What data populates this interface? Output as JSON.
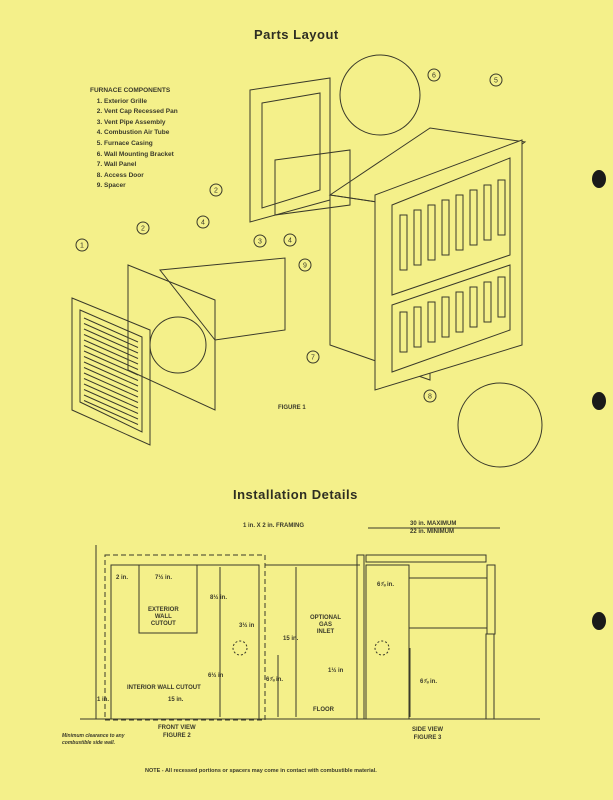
{
  "parts_layout": {
    "title": "Parts Layout",
    "legend_title": "FURNACE COMPONENTS",
    "components": [
      "Exterior Grille",
      "Vent Cap Recessed Pan",
      "Vent Pipe Assembly",
      "Combustion Air Tube",
      "Furnace Casing",
      "Wall Mounting Bracket",
      "Wall Panel",
      "Access Door",
      "Spacer"
    ],
    "callouts": [
      "1",
      "2",
      "2",
      "3",
      "4",
      "4",
      "5",
      "6",
      "7",
      "8",
      "9"
    ],
    "figure_label": "FIGURE 1"
  },
  "installation": {
    "title": "Installation Details",
    "front_view": {
      "framing": "1 in. X 2 in. FRAMING",
      "dim_2in": "2 in.",
      "dim_width": "7½ in.",
      "dim_height": "8½ in.",
      "exterior_cutout": [
        "EXTERIOR",
        "WALL",
        "CUTOUT"
      ],
      "dim_inlet_offset": "3½ in",
      "dim_15_vert": "15 in.",
      "dim_6_left": "6½ in",
      "dim_6_right": "6⅞ in.",
      "interior_cutout": "INTERIOR WALL CUTOUT",
      "dim_15_horiz": "15 in.",
      "dim_1in": "1 in.",
      "floor": "FLOOR",
      "clearance_note": [
        "Minimum clearance to any",
        "combustible side wall."
      ],
      "caption": [
        "FRONT VIEW",
        "FIGURE 2"
      ]
    },
    "gas_inlet": [
      "OPTIONAL",
      "GAS",
      "INLET"
    ],
    "side_view": {
      "max": "30 in. MAXIMUM",
      "min": "22 in. MINIMUM",
      "dim_top": "6⅞ in.",
      "dim_1half": "1½ in",
      "dim_height": "6⅞ in.",
      "caption": [
        "SIDE VIEW",
        "FIGURE 3"
      ]
    },
    "note": "NOTE - All recessed portions or spacers may come in contact with combustible material."
  }
}
